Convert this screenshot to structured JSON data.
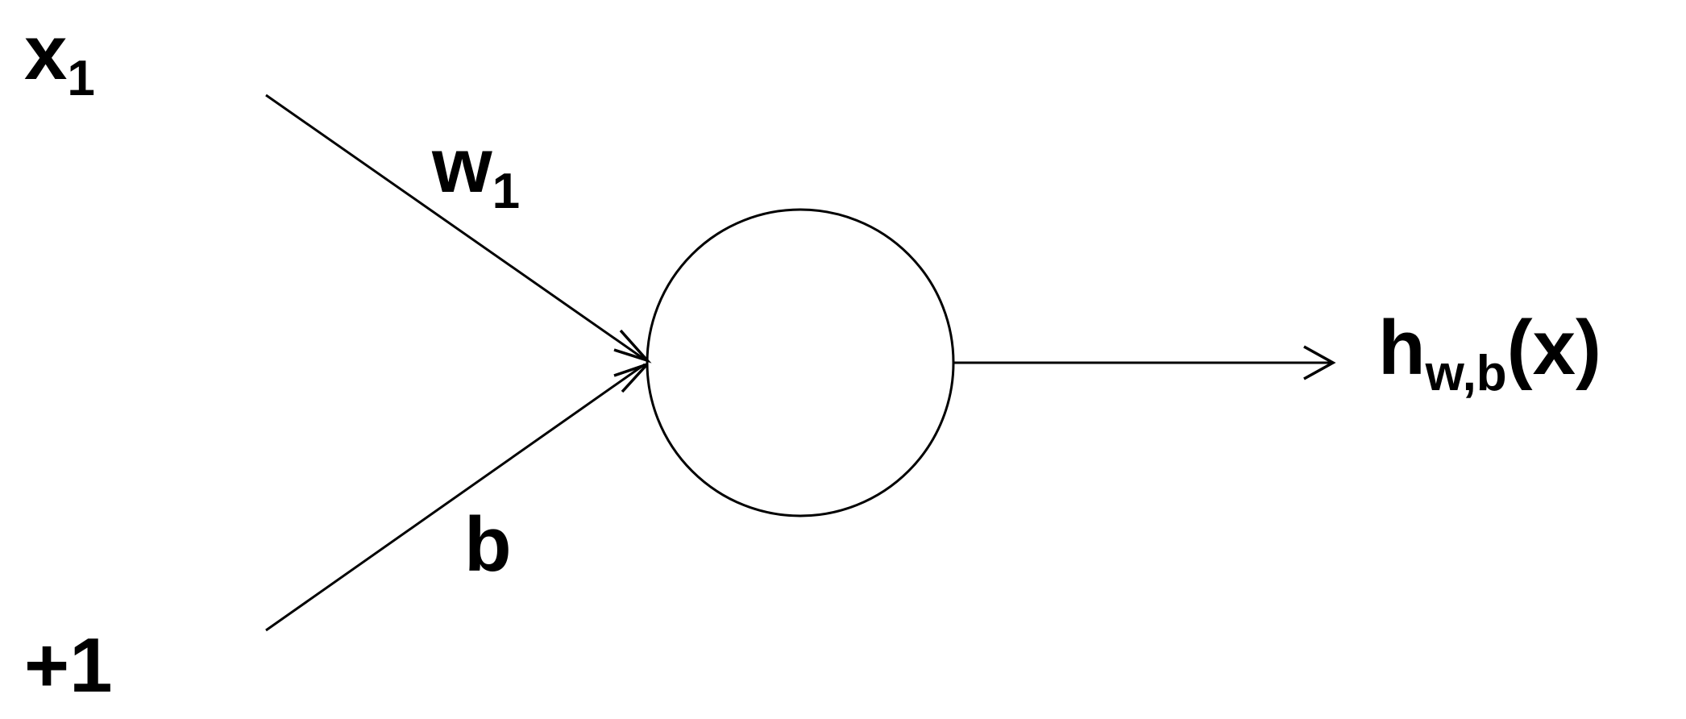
{
  "inputs": {
    "x": {
      "base": "x",
      "sub": "1"
    },
    "bias": {
      "text": "+1"
    }
  },
  "edges": {
    "weight": {
      "base": "w",
      "sub": "1"
    },
    "bias": {
      "text": "b"
    }
  },
  "output": {
    "base": "h",
    "sub": "w,b",
    "args": "(x)"
  },
  "colors": {
    "stroke": "#000000",
    "background": "#ffffff"
  }
}
